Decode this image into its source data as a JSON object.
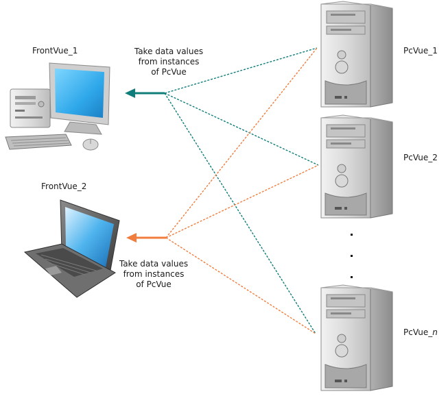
{
  "clients": [
    {
      "name": "FrontVue_1",
      "caption": [
        "Take data values",
        "from instances",
        "of PcVue"
      ],
      "color": "#0f7d79"
    },
    {
      "name": "FrontVue_2",
      "caption": [
        "Take data values",
        "from instances",
        "of PcVue"
      ],
      "color": "#f07d3e"
    }
  ],
  "servers": [
    {
      "name": "PcVue_1"
    },
    {
      "name": "PcVue_2"
    },
    {
      "name_prefix": "PcVue_",
      "name_suffix": "n"
    }
  ],
  "colors": {
    "teal": "#0f7d79",
    "orange": "#f07d3e",
    "tower": "#dcdcdc",
    "screen": "#2fa8ea"
  }
}
